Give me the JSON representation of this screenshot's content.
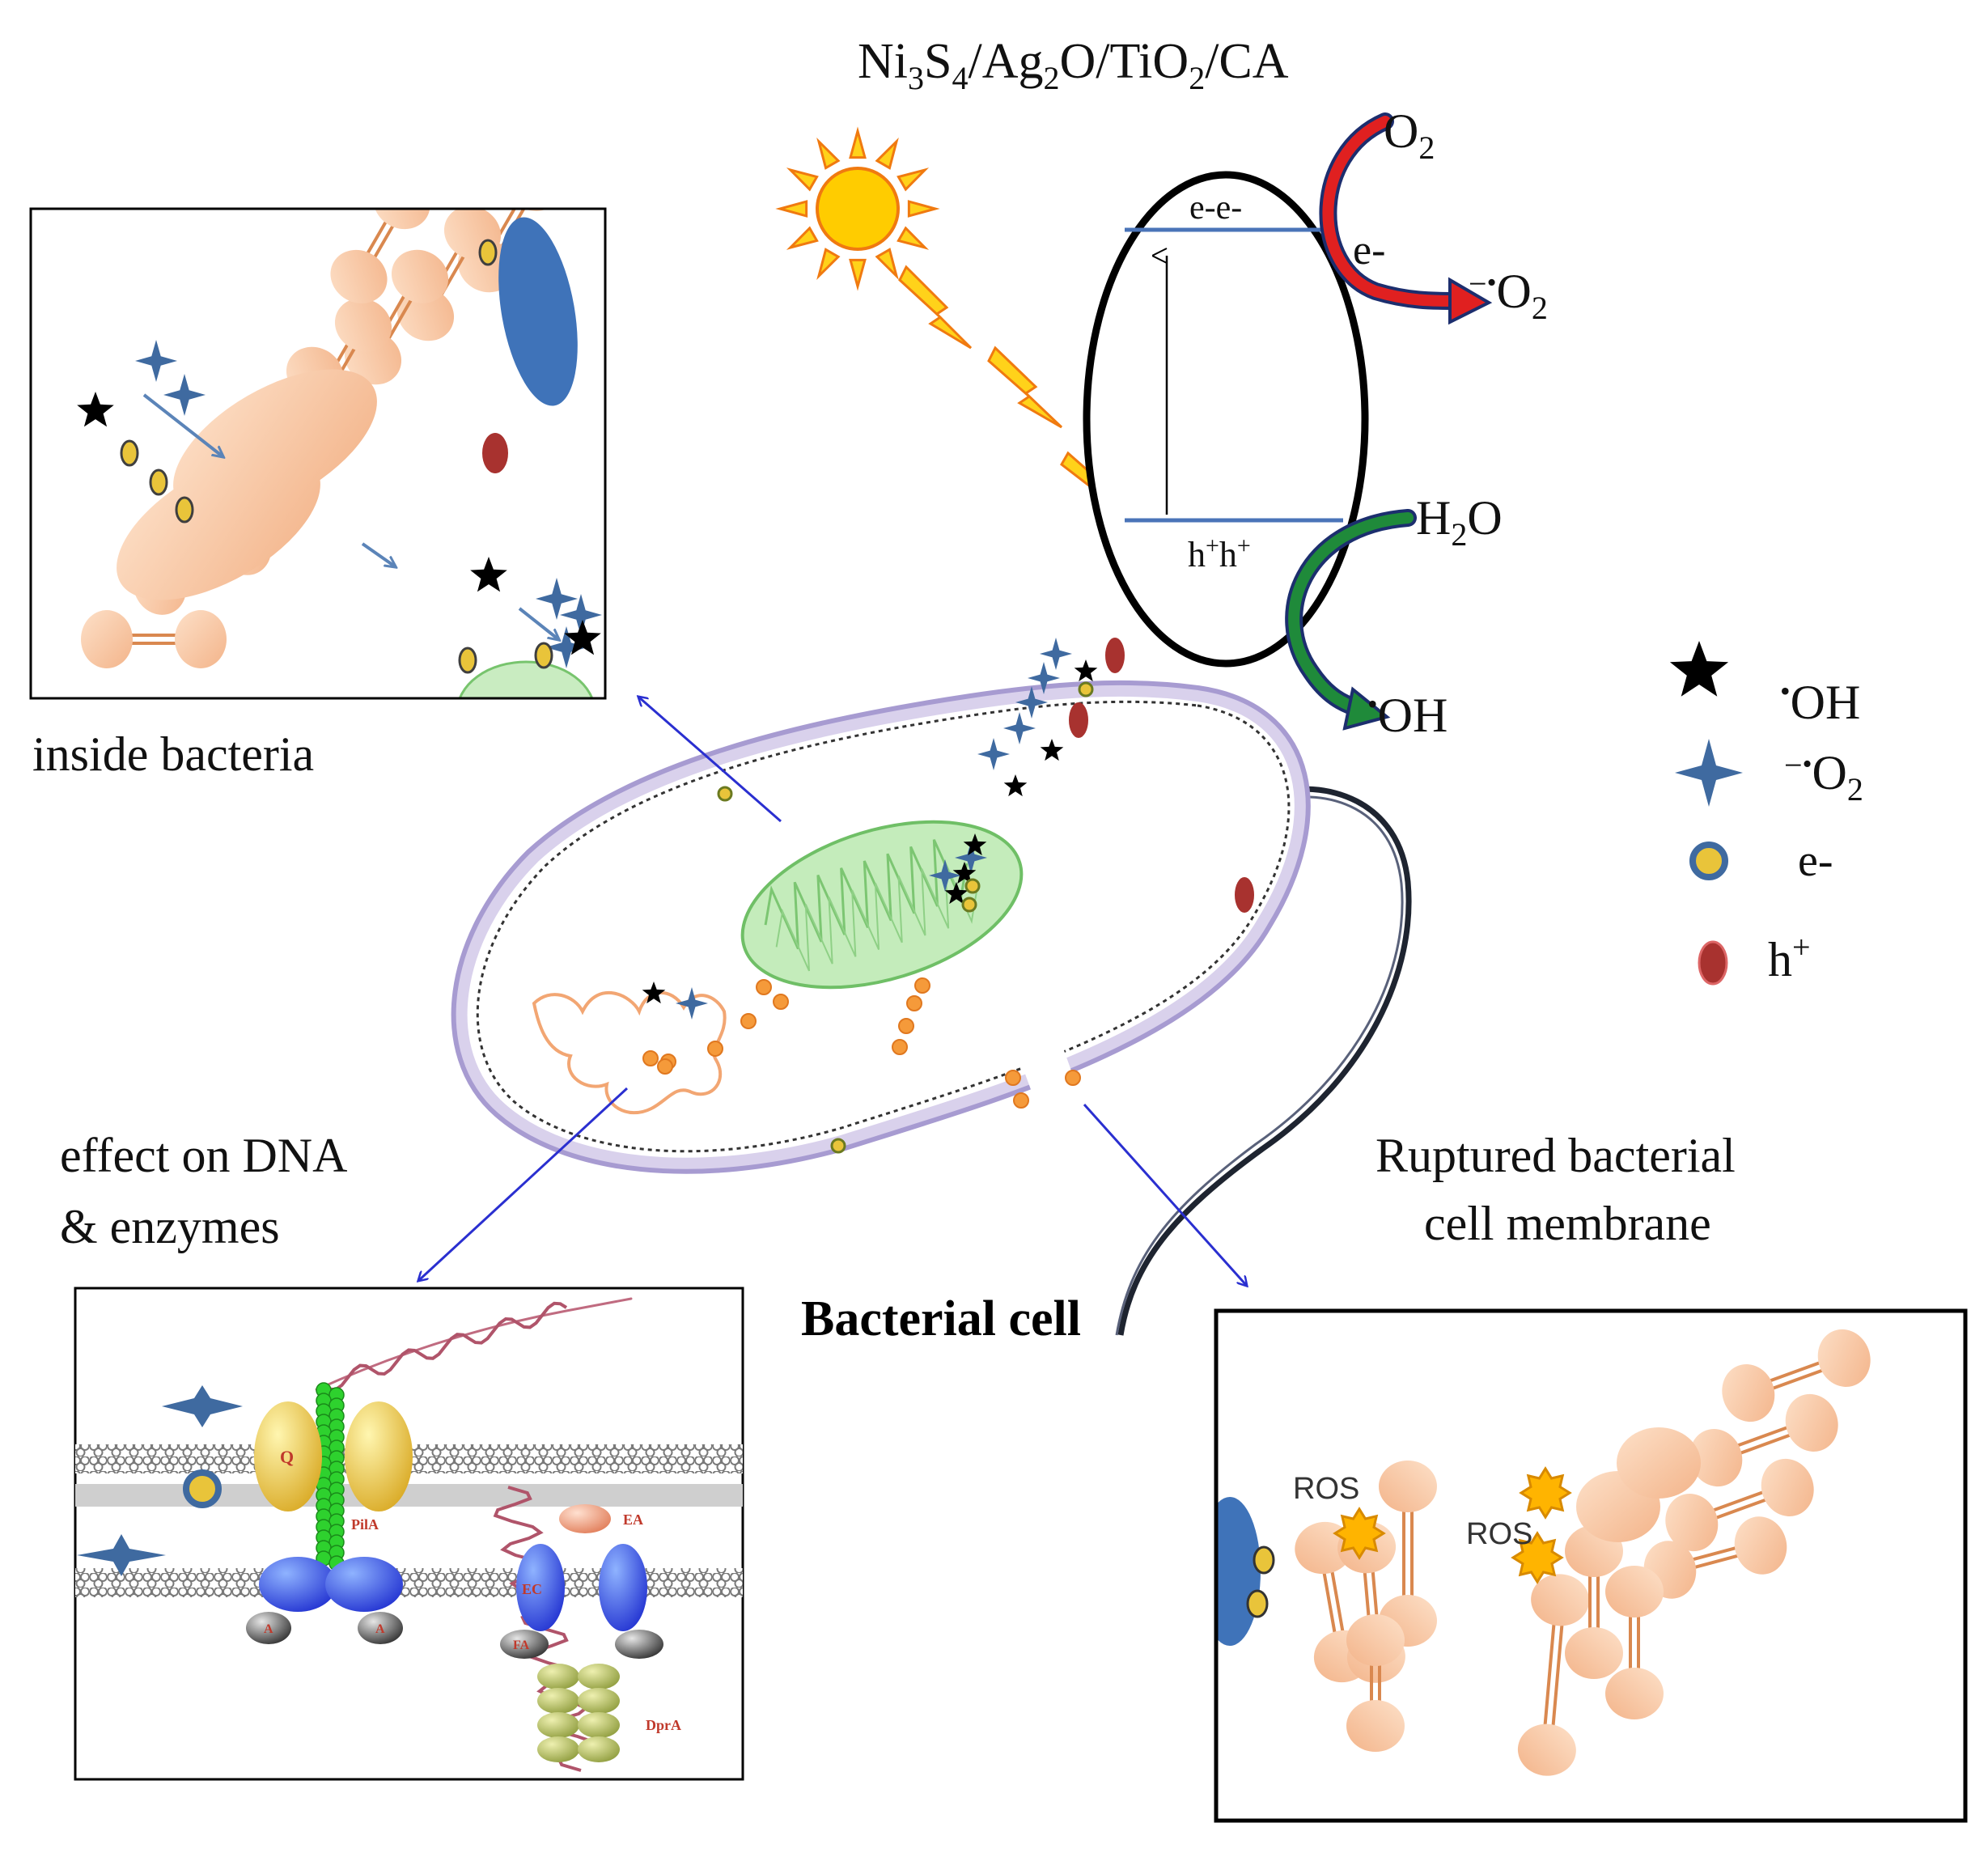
{
  "formula": {
    "parts": [
      "Ni",
      "3",
      "S",
      "4",
      "/Ag",
      "2",
      "O/TiO",
      "2",
      "/CA"
    ]
  },
  "band": {
    "electrons": "e-e-",
    "holes_h": "h",
    "holes_plus": "+"
  },
  "reactions": {
    "o2": "O",
    "o2_sub": "2",
    "e_transfer": "e-",
    "superoxide_sign": "−",
    "superoxide_dot": "•",
    "superoxide_o": "O",
    "superoxide_sub": "2",
    "h2o_h": "H",
    "h2o_sub": "2",
    "h2o_o": "O",
    "oh_dot": "•",
    "oh_text": "OH"
  },
  "legend": {
    "oh_dot": "•",
    "oh_text": "OH",
    "superoxide_sign": "−",
    "superoxide_dot": "•",
    "superoxide_o": "O",
    "superoxide_sub": "2",
    "electron": "e-",
    "hole_h": "h",
    "hole_plus": "+"
  },
  "labels": {
    "inside_bacteria": "inside bacteria",
    "dna_line1": "effect on DNA",
    "dna_line2": "& enzymes",
    "ruptured_line1": "Ruptured bacterial",
    "ruptured_line2": "cell membrane",
    "bacterial_cell": "Bacterial cell"
  },
  "dna_panel_labels": {
    "q": "Q",
    "pila": "PilA",
    "ea": "EA",
    "ec": "EC",
    "fa": "FA",
    "a1": "A",
    "a2": "A",
    "dpra": "DprA"
  },
  "ruptured_panel_labels": {
    "ros1": "ROS",
    "ros2": "ROS"
  },
  "colors": {
    "lipid": "#f6c3a0",
    "lipid_edge": "#e8a57d",
    "protein_blue": "#3f73b9",
    "membrane": "#cbbfe0",
    "mitochondria": "#b9e8b2",
    "star_blue": "#3f6aa0",
    "electron_fill": "#e9c43a",
    "hole_fill": "#a8322f",
    "sun": "#ffc90e",
    "arrow_red": "#e02020",
    "arrow_green": "#1f8a3a",
    "link_arrow": "#2a2fd0"
  }
}
